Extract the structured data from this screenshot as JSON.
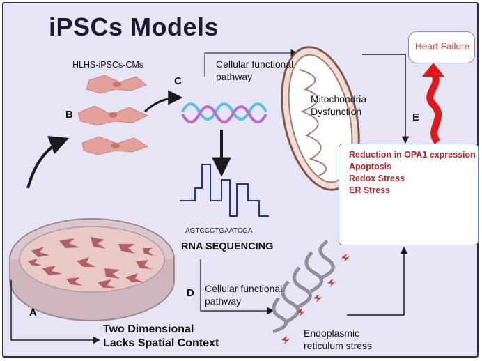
{
  "title": "iPSCs Models",
  "cell_label": "HLHS-iPSCs-CMs",
  "letters": {
    "a": "A",
    "b": "B",
    "c": "C",
    "d": "D",
    "e": "E"
  },
  "pathway_top": {
    "line1": "Cellular functional",
    "line2": "pathway"
  },
  "pathway_bottom": {
    "line1": "Cellular functional",
    "line2": "pathway"
  },
  "mito": {
    "line1": "Mitochondria",
    "line2": "Dysfunction"
  },
  "er": {
    "line1": "Endoplasmic",
    "line2": "reticulum stress"
  },
  "sequence": "AGTCCCTGAATCGA",
  "rna_label": "RNA SEQUENCING",
  "limitations": {
    "line1": "Two Dimensional",
    "line2": "Lacks Spatial Context"
  },
  "heart_failure": "Heart Failure",
  "effects": [
    "Reduction in OPA1 expression",
    "Apoptosis",
    "Redox Stress",
    "ER Stress"
  ],
  "colors": {
    "background": "#e7e4f6",
    "cell": "#e4a09a",
    "cell_nucleus": "#c7746c",
    "wave_top": "#5fbfe2",
    "wave_bottom": "#b86cc8",
    "signal": "#233a8c",
    "effects_text": "#b3262a",
    "heart_arrow": "#e01818"
  }
}
